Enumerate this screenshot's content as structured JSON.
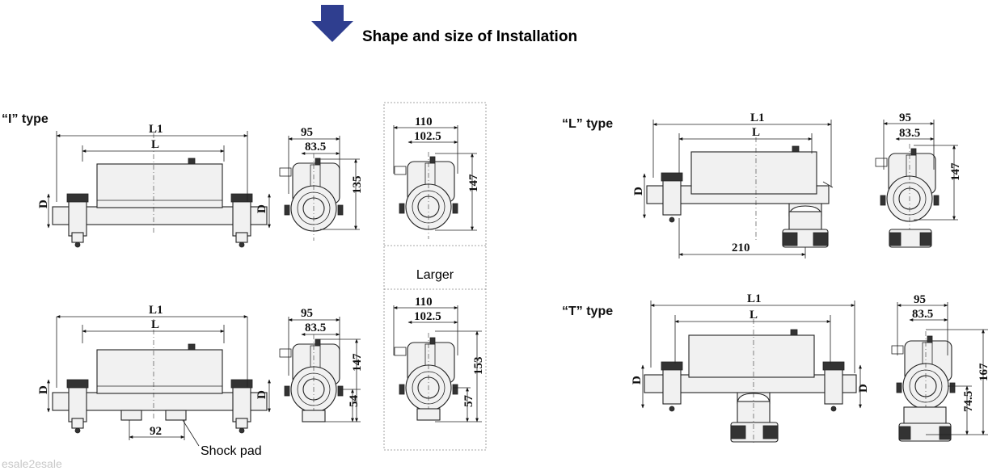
{
  "header": {
    "title": "Shape and size of Installation",
    "arrow_color": "#2f3e8f"
  },
  "panels": {
    "i_type": {
      "label": "“I”  type",
      "top": {
        "L1": "L1",
        "L": "L",
        "D_left": "D",
        "D_right": "D",
        "w95": "95",
        "w83": "83.5",
        "h135": "135"
      },
      "bottom": {
        "L1": "L1",
        "L": "L",
        "D_left": "D",
        "D_right": "D",
        "w95": "95",
        "w83": "83.5",
        "h147": "147",
        "h54": "54",
        "w92": "92",
        "shock_pad": "Shock pad"
      }
    },
    "larger": {
      "label": "Larger",
      "top": {
        "w110": "110",
        "w102": "102.5",
        "h147": "147"
      },
      "bottom": {
        "w110": "110",
        "w102": "102.5",
        "h153": "153",
        "h57": "57"
      }
    },
    "l_type": {
      "label": "“L”  type",
      "L1": "L1",
      "L": "L",
      "D": "D",
      "w210": "210",
      "w95": "95",
      "w83": "83.5",
      "h147": "147"
    },
    "t_type": {
      "label": "“T”  type",
      "L1": "L1",
      "L": "L",
      "D_left": "D",
      "D_right": "D",
      "w95": "95",
      "w83": "83.5",
      "h167": "167",
      "h74": "74.5"
    }
  },
  "watermark": "esale2esale"
}
